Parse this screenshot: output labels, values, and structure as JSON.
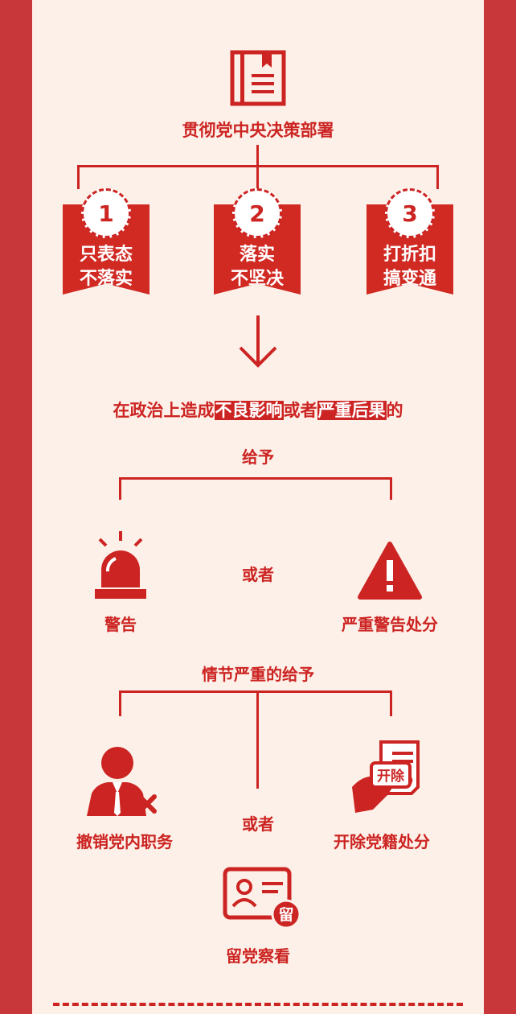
{
  "header": {
    "title": "贯彻党中央决策部署"
  },
  "cases": [
    {
      "number": "1",
      "line1": "只表态",
      "line2": "不落实"
    },
    {
      "number": "2",
      "line1": "落实",
      "line2": "不坚决"
    },
    {
      "number": "3",
      "line1": "打折扣",
      "line2": "搞变通"
    }
  ],
  "condition": {
    "prefix": "在政治上造成",
    "highlight1": "不良影响",
    "middle": "或者",
    "highlight2": "严重后果",
    "suffix": "的"
  },
  "give_label": "给予",
  "or_label": "或者",
  "penalties": {
    "warning": "警告",
    "serious_warning": "严重警告处分"
  },
  "serious_label": "情节严重的给予",
  "serious_penalties": {
    "revoke": "撤销党内职务",
    "expel": "开除党籍处分",
    "expel_stamp": "开除",
    "probation": "留党察看",
    "probation_stamp": "留"
  },
  "colors": {
    "accent": "#cc2422",
    "background": "#fdf0e8",
    "frame": "#c8373a"
  }
}
